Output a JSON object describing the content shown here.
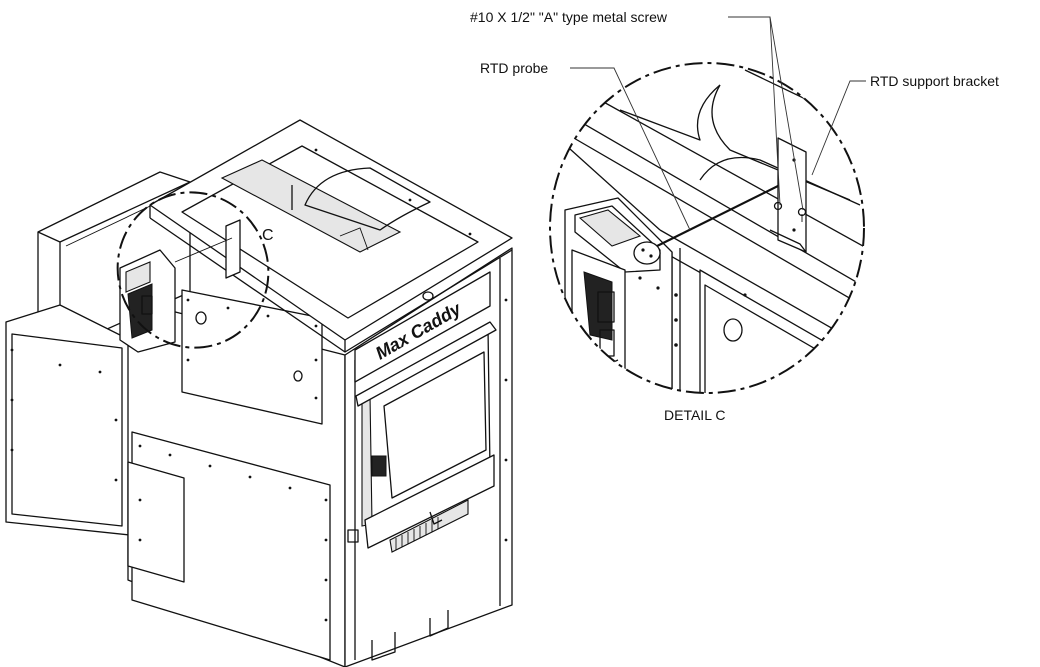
{
  "labels": {
    "screw": "#10  X 1/2\" \"A\" type metal screw",
    "probe": "RTD probe",
    "bracket": "RTD support bracket",
    "detail_marker": "C",
    "detail_caption": "DETAIL C",
    "logo_text": "Max Caddy"
  }
}
